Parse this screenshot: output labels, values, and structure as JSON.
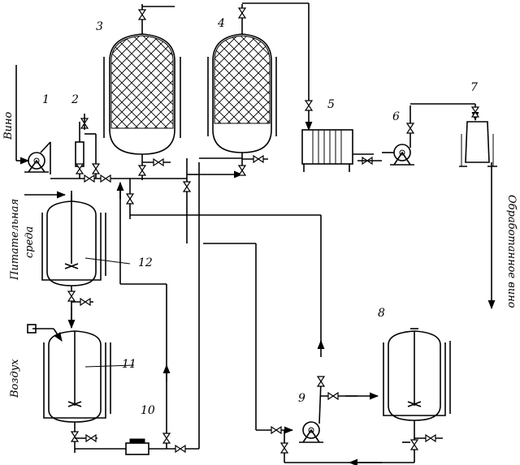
{
  "labels": {
    "vino": "Вино",
    "pitatelnaya": "Питательная",
    "sreda": "среда",
    "vozdukh": "Воздух",
    "obrabotannoe": "Обработанное вино"
  },
  "numbers": {
    "n1": "1",
    "n2": "2",
    "n3": "3",
    "n4": "4",
    "n5": "5",
    "n6": "6",
    "n7": "7",
    "n8": "8",
    "n9": "9",
    "n10": "10",
    "n11": "11",
    "n12": "12"
  }
}
